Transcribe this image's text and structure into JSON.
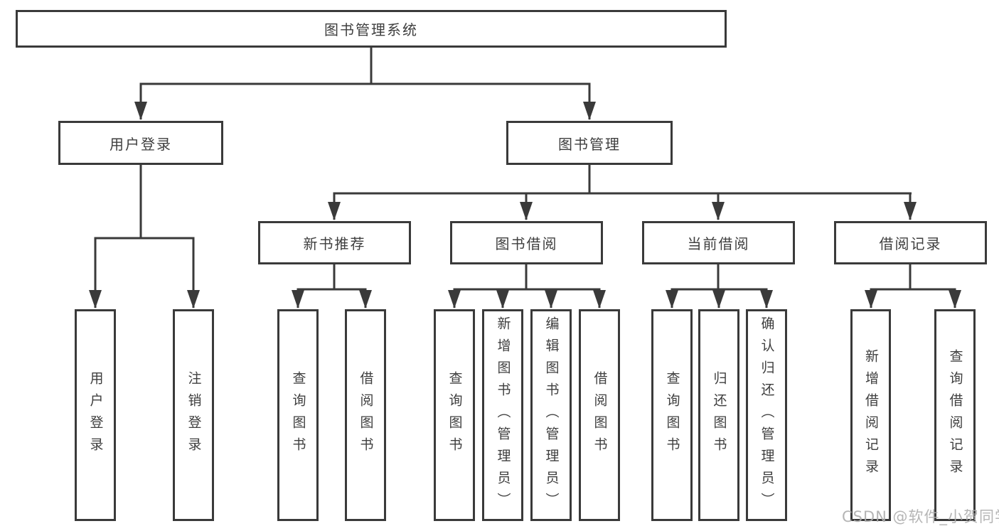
{
  "diagram": {
    "root": "图书管理系统",
    "branches": {
      "user_login": "用户登录",
      "book_management": "图书管理"
    },
    "modules": [
      "新书推荐",
      "图书借阅",
      "当前借阅",
      "借阅记录"
    ],
    "user_login_children": [
      "用户登录",
      "注销登录"
    ],
    "new_book_children": [
      "查询图书",
      "借阅图书"
    ],
    "book_borrow_children": [
      "查询图书",
      "新增图书（管理员）",
      "编辑图书（管理员）",
      "借阅图书"
    ],
    "current_borrow_children": [
      "查询图书",
      "归还图书",
      "确认归还（管理员）"
    ],
    "borrow_record_children": [
      "新增借阅记录",
      "查询借阅记录"
    ]
  },
  "watermark": "CSDN @软件_小贺同学",
  "colors": {
    "line": "#3a3a3a",
    "text": "#3e3e3e",
    "watermark": "#aeaeae",
    "background": "#ffffff"
  }
}
